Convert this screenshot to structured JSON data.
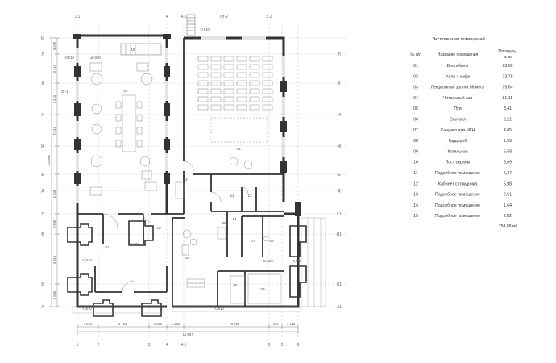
{
  "legend": {
    "title": "Экспликация помещений",
    "headers": {
      "num": "№ п/п",
      "name": "Название помещения",
      "area_line1": "Площадь,",
      "area_line2": "м.кв"
    },
    "rows": [
      {
        "num": "01",
        "name": "Вестибюль",
        "area": "23,06"
      },
      {
        "num": "02",
        "name": "Холл с кафе",
        "area": "32,78"
      },
      {
        "num": "03",
        "name": "Лекционный зал на 56 мест",
        "area": "79,64"
      },
      {
        "num": "04",
        "name": "Читальный зал",
        "area": "81,15"
      },
      {
        "num": "05",
        "name": "Пуи",
        "area": "3,41"
      },
      {
        "num": "06",
        "name": "Санузел",
        "area": "2,21"
      },
      {
        "num": "07",
        "name": "Санузел для МГН",
        "area": "4,05"
      },
      {
        "num": "08",
        "name": "Гардероб",
        "area": "1,59"
      },
      {
        "num": "09",
        "name": "Котельная",
        "area": "5,58"
      },
      {
        "num": "10",
        "name": "Пост охраны",
        "area": "3,09"
      },
      {
        "num": "11",
        "name": "Подсобное помещение",
        "area": "5,37"
      },
      {
        "num": "12",
        "name": "Кабинет сотрудника",
        "area": "5,98"
      },
      {
        "num": "13",
        "name": "Подсобное помещение",
        "area": "2,51"
      },
      {
        "num": "14",
        "name": "Подсобное помещение",
        "area": "1,64"
      },
      {
        "num": "15",
        "name": "Подсобное помещение",
        "area": "2,82"
      }
    ],
    "total": "254,88 м²"
  },
  "plan": {
    "axes_top": [
      "1.1",
      "4",
      "4.1",
      "Ог-2",
      "5.2"
    ],
    "axes_bottom": [
      "1",
      "2",
      "3",
      "4",
      "4.1",
      "5",
      "5",
      "6"
    ],
    "axes_left": [
      "М",
      "Л",
      "К",
      "И",
      "Ж",
      "Е",
      "Д",
      "Г",
      "В",
      "Б",
      "А"
    ],
    "axes_right": [
      "Л",
      "К",
      "И",
      "Ж",
      "Е",
      "Д",
      "Г1",
      "В1",
      "Б1",
      "А1"
    ],
    "dims_bottom": [
      "1 621",
      "3 781",
      "1 980",
      "1 260",
      "6 490",
      "410",
      "1 115"
    ],
    "dim_total": "16 657",
    "dims_left": [
      "3 375",
      "2 410",
      "2 510",
      "2 510",
      "2 838",
      "1 930",
      "3 815",
      "1 685"
    ],
    "dim_left_total": "21 887",
    "room_labels": [
      "15",
      "04",
      "03",
      "13",
      "11",
      "12",
      "10",
      "08",
      "14",
      "07",
      "06",
      "01",
      "02",
      "05",
      "09"
    ],
    "level_marks": [
      "±0,000",
      "-0,010",
      "-0,010",
      "±0,000",
      "-0,010",
      "±0,000",
      "-0,010",
      "-0,010",
      "-0,010"
    ],
    "other_labels": [
      "Ог-1"
    ]
  }
}
